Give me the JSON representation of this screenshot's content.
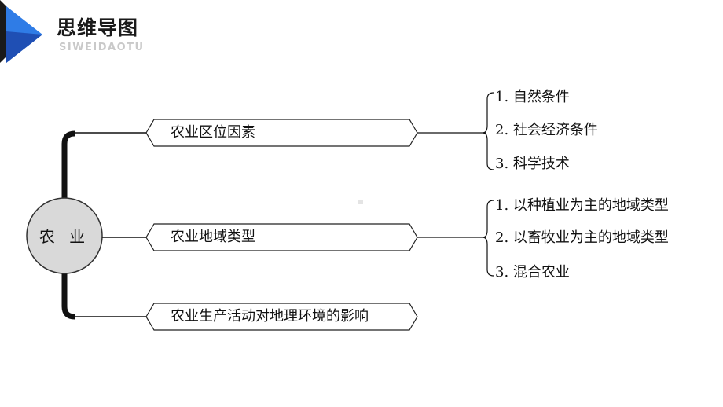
{
  "header": {
    "title": "思维导图",
    "subtitle": "SIWEIDAOTU",
    "logo_colors": [
      "#1f4fb4",
      "#2f7ce6",
      "#1a1a1a"
    ]
  },
  "mindmap": {
    "root": "农 业",
    "branches": [
      {
        "label": "农业区位因素",
        "children": [
          "1. 自然条件",
          "2. 社会经济条件",
          "3. 科学技术"
        ]
      },
      {
        "label": "农业地域类型",
        "children": [
          "1. 以种植业为主的地域类型",
          "2. 以畜牧业为主的地域类型",
          "3. 混合农业"
        ]
      },
      {
        "label": "农业生产活动对地理环境的影响",
        "children": []
      }
    ]
  }
}
